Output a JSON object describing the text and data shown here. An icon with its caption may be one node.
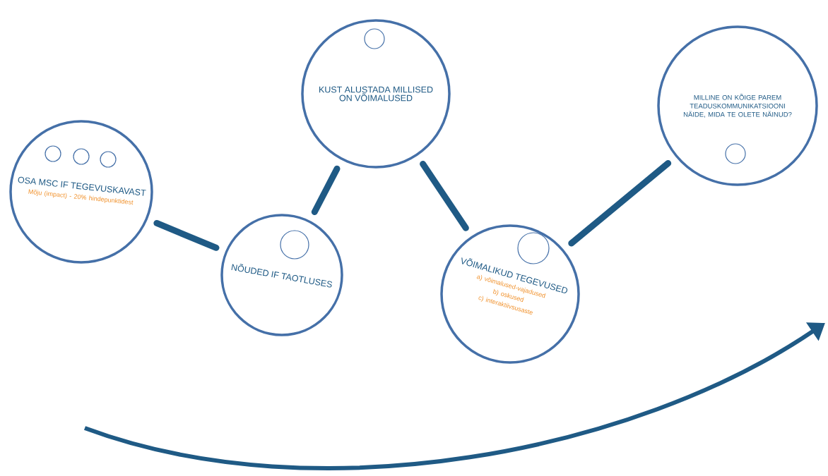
{
  "diagram": {
    "nodes": [
      {
        "text": [
          "KUST ALUSTADA MILLISED ON VÕIMALUSED"
        ]
      },
      {
        "text": [
          "MILLINE ON KÕIGE PAREM TEADUSKOMMUNIKATSIOONI NÄIDE, MIDA TE OLETE NÄINUD?"
        ]
      },
      {
        "text": [
          "OSA MSC IF TEGEVUSKAVAST",
          "Mõju (impact) - 20% hindepunktidest"
        ]
      },
      {
        "text": [
          "NÕUDED IF TAOTLUSES"
        ]
      },
      {
        "text": [
          "VÕIMALIKUD TEGEVUSED",
          "a) võimalused-vajadused",
          "b) oskused",
          "c) interaktiivsusaste"
        ]
      },
      {
        "text": [],
        "shape": "circle",
        "in": 2
      },
      {
        "text": [],
        "shape": "circle",
        "in": 2
      },
      {
        "text": [],
        "shape": "circle",
        "in": 2
      },
      {
        "text": [],
        "shape": "circle",
        "in": 0
      },
      {
        "text": [],
        "shape": "circle",
        "in": 3
      },
      {
        "text": [],
        "shape": "circle",
        "in": 4
      },
      {
        "text": [],
        "shape": "circle",
        "in": 1
      }
    ],
    "edges": [
      {
        "from": 2,
        "to": 3,
        "arrow": "none"
      },
      {
        "from": 3,
        "to": 0,
        "arrow": "none"
      },
      {
        "from": 0,
        "to": 4,
        "arrow": "none"
      },
      {
        "from": 4,
        "to": 1,
        "arrow": "none"
      }
    ]
  }
}
